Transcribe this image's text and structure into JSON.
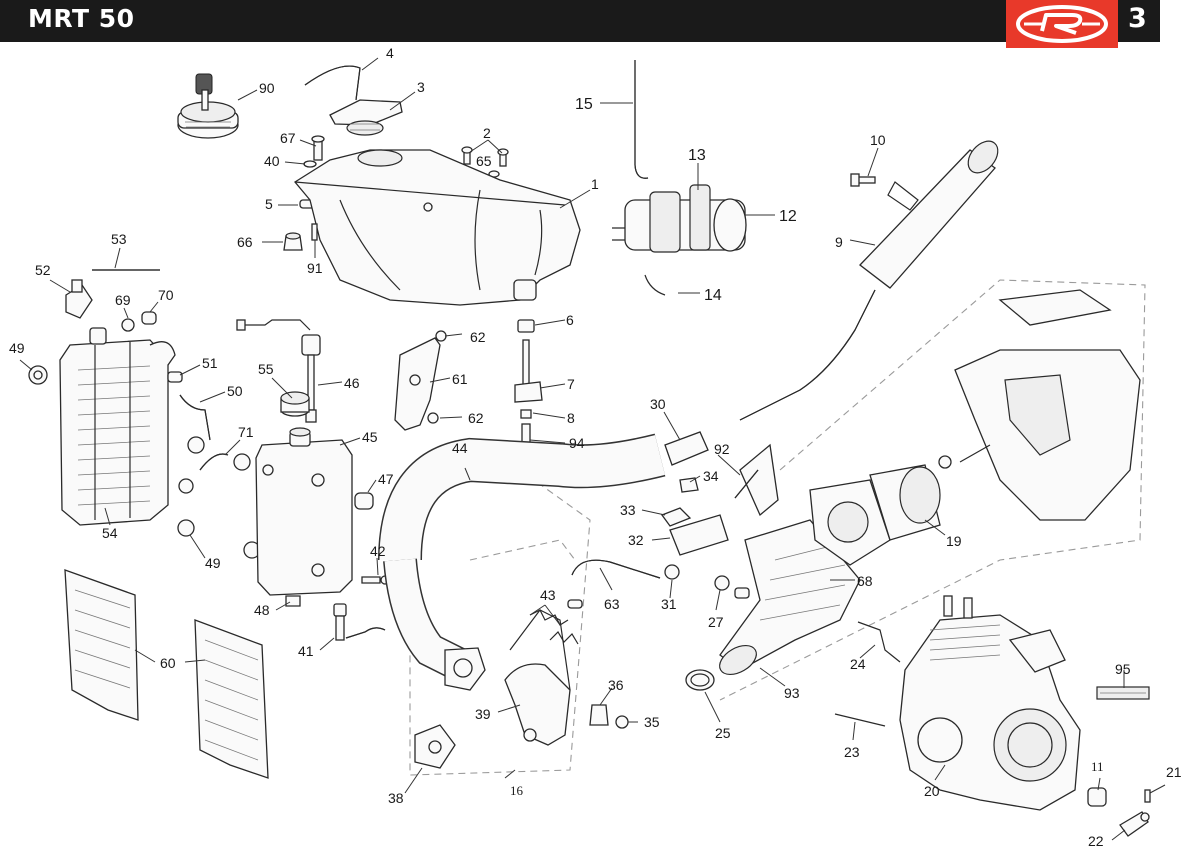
{
  "header": {
    "title": "MRT 50",
    "page_number": "3"
  },
  "colors": {
    "header_bar": "#1a1a1a",
    "logo_badge": "#e8392a",
    "line_art": "#2a2a2a"
  },
  "icons": {
    "brand_logo": "rieju-logo-icon"
  },
  "callouts": {
    "c1": "1",
    "c2": "2",
    "c3": "3",
    "c4": "4",
    "c5": "5",
    "c6": "6",
    "c7": "7",
    "c8": "8",
    "c9": "9",
    "c10": "10",
    "c11": "11",
    "c12": "12",
    "c13": "13",
    "c14": "14",
    "c15": "15",
    "c16": "16",
    "c19": "19",
    "c20": "20",
    "c21": "21",
    "c22": "22",
    "c23": "23",
    "c24": "24",
    "c25": "25",
    "c27": "27",
    "c30": "30",
    "c31": "31",
    "c32": "32",
    "c33": "33",
    "c34": "34",
    "c35": "35",
    "c36": "36",
    "c38": "38",
    "c39": "39",
    "c40": "40",
    "c41": "41",
    "c42": "42",
    "c43": "43",
    "c44": "44",
    "c45": "45",
    "c46": "46",
    "c47": "47",
    "c48": "48",
    "c49a": "49",
    "c49b": "49",
    "c50": "50",
    "c51": "51",
    "c52": "52",
    "c53": "53",
    "c54": "54",
    "c55": "55",
    "c60": "60",
    "c61": "61",
    "c62a": "62",
    "c62b": "62",
    "c63": "63",
    "c65": "65",
    "c66": "66",
    "c67": "67",
    "c68": "68",
    "c69": "69",
    "c70": "70",
    "c71": "71",
    "c90": "90",
    "c91": "91",
    "c92": "92",
    "c93": "93",
    "c94": "94",
    "c95": "95"
  }
}
